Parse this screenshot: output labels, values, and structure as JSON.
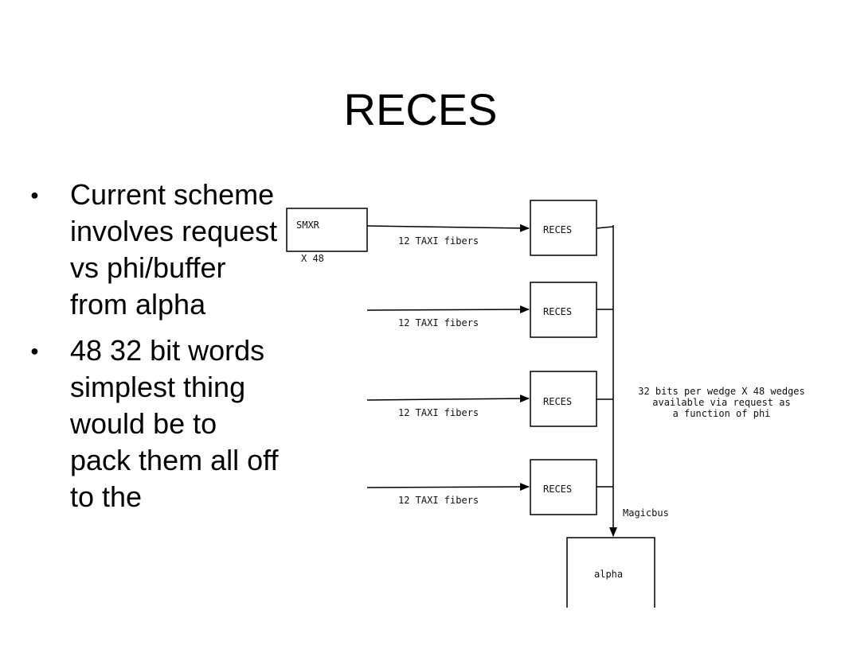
{
  "title": "RECES",
  "bullets": [
    "Current scheme involves request vs phi/buffer from alpha",
    "48 32 bit words simplest thing would be to pack them all off to the"
  ],
  "bullet_marker": "●",
  "diagram": {
    "smxr": {
      "label": "SMXR",
      "multiplier": "X 48"
    },
    "fiber_label": "12 TAXI fibers",
    "reces_label": "RECES",
    "bus_note": [
      "32 bits per wedge X 48 wedges",
      "available via request as",
      "a function of phi"
    ],
    "bus_label": "Magicbus",
    "alpha_label": "alpha"
  }
}
